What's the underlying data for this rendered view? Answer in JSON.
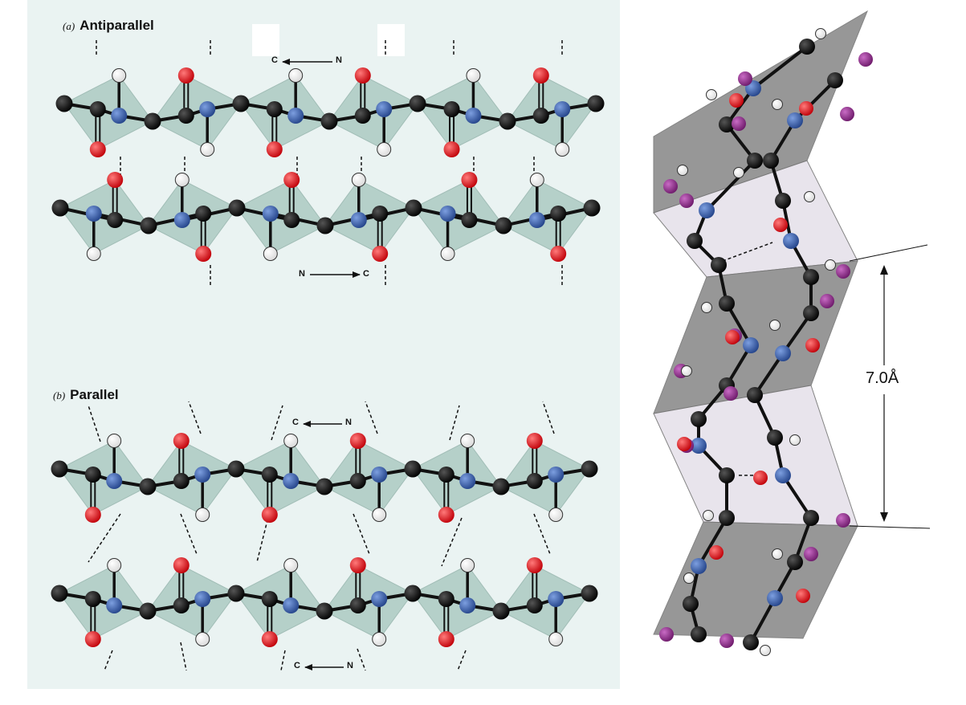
{
  "figure": {
    "panel_a": {
      "letter": "(a)",
      "title": "Antiparallel"
    },
    "panel_b": {
      "letter": "(b)",
      "title": "Parallel"
    },
    "direction_labels": {
      "a_top": {
        "c": "C",
        "n": "N"
      },
      "a_bottom": {
        "n": "N",
        "c": "C"
      },
      "b_top": {
        "c": "C",
        "n": "N"
      },
      "b_bottom": {
        "c": "C",
        "n": "N"
      }
    },
    "pleat_spacing": {
      "value": "7.0",
      "unit": "Å"
    }
  },
  "colors": {
    "carbon": "#111111",
    "nitrogen": "#3a62ad",
    "oxygen": "#e8161b",
    "hydrogen": "#ffffff",
    "side_chain": "#8a2a86",
    "plane": "#aac9c1",
    "background": "#eaf3f2"
  }
}
